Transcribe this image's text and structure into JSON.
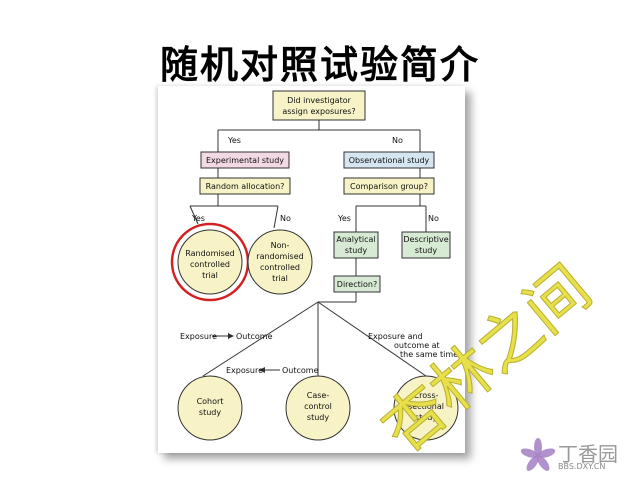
{
  "slide": {
    "title": "随机对照试验简介"
  },
  "flowchart": {
    "nodes": {
      "question_assign": [
        "Did investigator",
        "assign exposures?"
      ],
      "experimental": [
        "Experimental study"
      ],
      "observational": [
        "Observational study"
      ],
      "random_allocation": [
        "Random allocation?"
      ],
      "comparison_group": [
        "Comparison group?"
      ],
      "rct": [
        "Randomised",
        "controlled",
        "trial"
      ],
      "non_rct": [
        "Non-",
        "randomised",
        "controlled",
        "trial"
      ],
      "analytical": [
        "Analytical",
        "study"
      ],
      "descriptive": [
        "Descriptive",
        "study"
      ],
      "direction": [
        "Direction?"
      ],
      "cohort": [
        "Cohort",
        "study"
      ],
      "case_control": [
        "Case-",
        "control",
        "study"
      ],
      "cross_sectional": [
        "Cross-",
        "sectional",
        "study"
      ]
    },
    "branch_labels": {
      "yes_1": "Yes",
      "no_1": "No",
      "yes_2": "Yes",
      "no_2": "No",
      "yes_3": "Yes",
      "no_3": "No",
      "exposure_outcome": "Exposure",
      "exposure_outcome_2": "Outcome",
      "outcome_exposure": "Exposure",
      "outcome_exposure_2": "Outcome",
      "same_time": [
        "Exposure and",
        "outcome at",
        "the same time"
      ]
    },
    "colors": {
      "question_fill": "#f7f3c7",
      "experimental_fill": "#f3d9e3",
      "observational_fill": "#d6e6f0",
      "analytical_fill": "#d7ead4",
      "circle_fill": "#f7f3c7",
      "highlight_ring": "#d42020"
    }
  },
  "watermark": {
    "text": "杏林之间",
    "color": "#e8e04a"
  },
  "logo": {
    "name": "丁香园",
    "url_text": "BBS.DXY.CN",
    "petal_color": "#a57fc4"
  }
}
